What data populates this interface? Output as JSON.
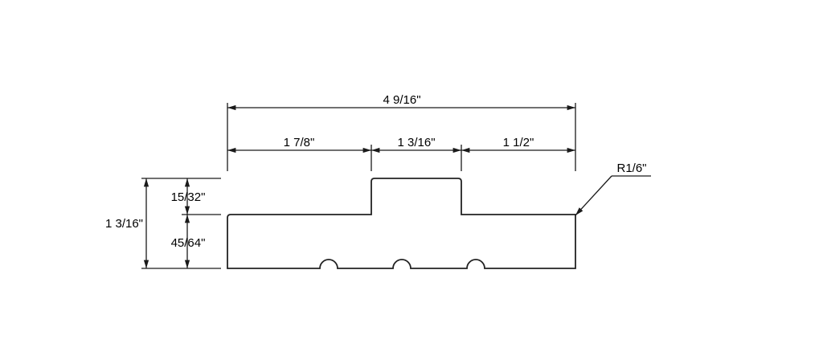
{
  "drawing": {
    "type": "molding-profile",
    "dimensions": {
      "overall_width": "4 9/16\"",
      "left_segment": "1 7/8\"",
      "middle_segment": "1 3/16\"",
      "right_segment": "1 1/2\"",
      "overall_height": "1 3/16\"",
      "tab_height": "15/32\"",
      "base_height": "45/64\"",
      "corner_radius": "R1/6\""
    },
    "notch_count": 3,
    "line_color": "#222222",
    "background": "#ffffff"
  }
}
